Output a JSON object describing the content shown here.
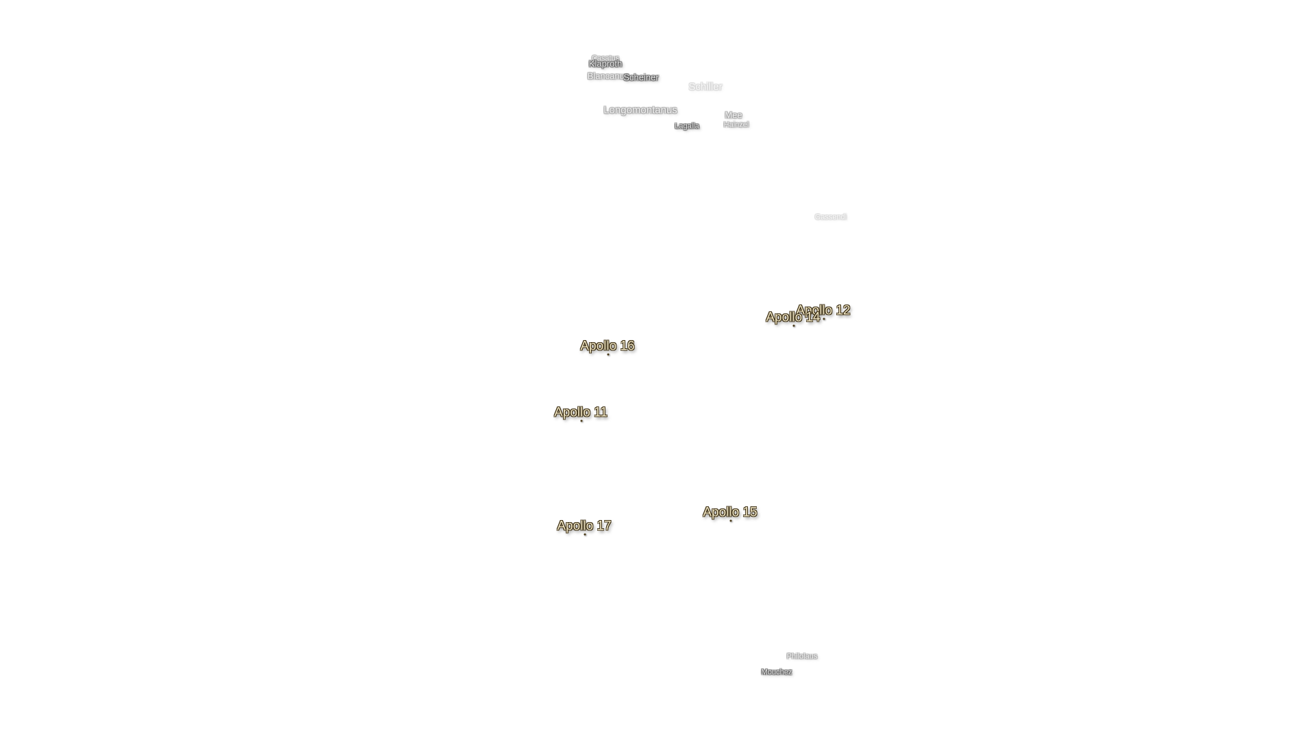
{
  "map": {
    "craters": [
      {
        "id": "casatus",
        "name": "Casatus"
      },
      {
        "id": "klaproth",
        "name": "Klaproth"
      },
      {
        "id": "blancanus",
        "name": "Blancanus"
      },
      {
        "id": "scheiner",
        "name": "Scheiner"
      },
      {
        "id": "schiller",
        "name": "Schiller"
      },
      {
        "id": "longomontanus",
        "name": "Longomontanus"
      },
      {
        "id": "lagalla",
        "name": "Lagalla"
      },
      {
        "id": "mee",
        "name": "Mee"
      },
      {
        "id": "hainzel",
        "name": "Hainzel"
      },
      {
        "id": "gassendi",
        "name": "Gassendi"
      },
      {
        "id": "philolaus",
        "name": "Philolaus"
      },
      {
        "id": "mouchez",
        "name": "Mouchez"
      }
    ],
    "sites": [
      {
        "id": "apollo-12",
        "name": "Apollo 12"
      },
      {
        "id": "apollo-14",
        "name": "Apollo 14"
      },
      {
        "id": "apollo-16",
        "name": "Apollo 16"
      },
      {
        "id": "apollo-11",
        "name": "Apollo 11"
      },
      {
        "id": "apollo-15",
        "name": "Apollo 15"
      },
      {
        "id": "apollo-17",
        "name": "Apollo 17"
      }
    ],
    "colors": {
      "background": "#ffffff",
      "site_text": "#f1e7c6",
      "site_halo": "#3a2c10",
      "crater_text": "#e9e9e9"
    }
  }
}
